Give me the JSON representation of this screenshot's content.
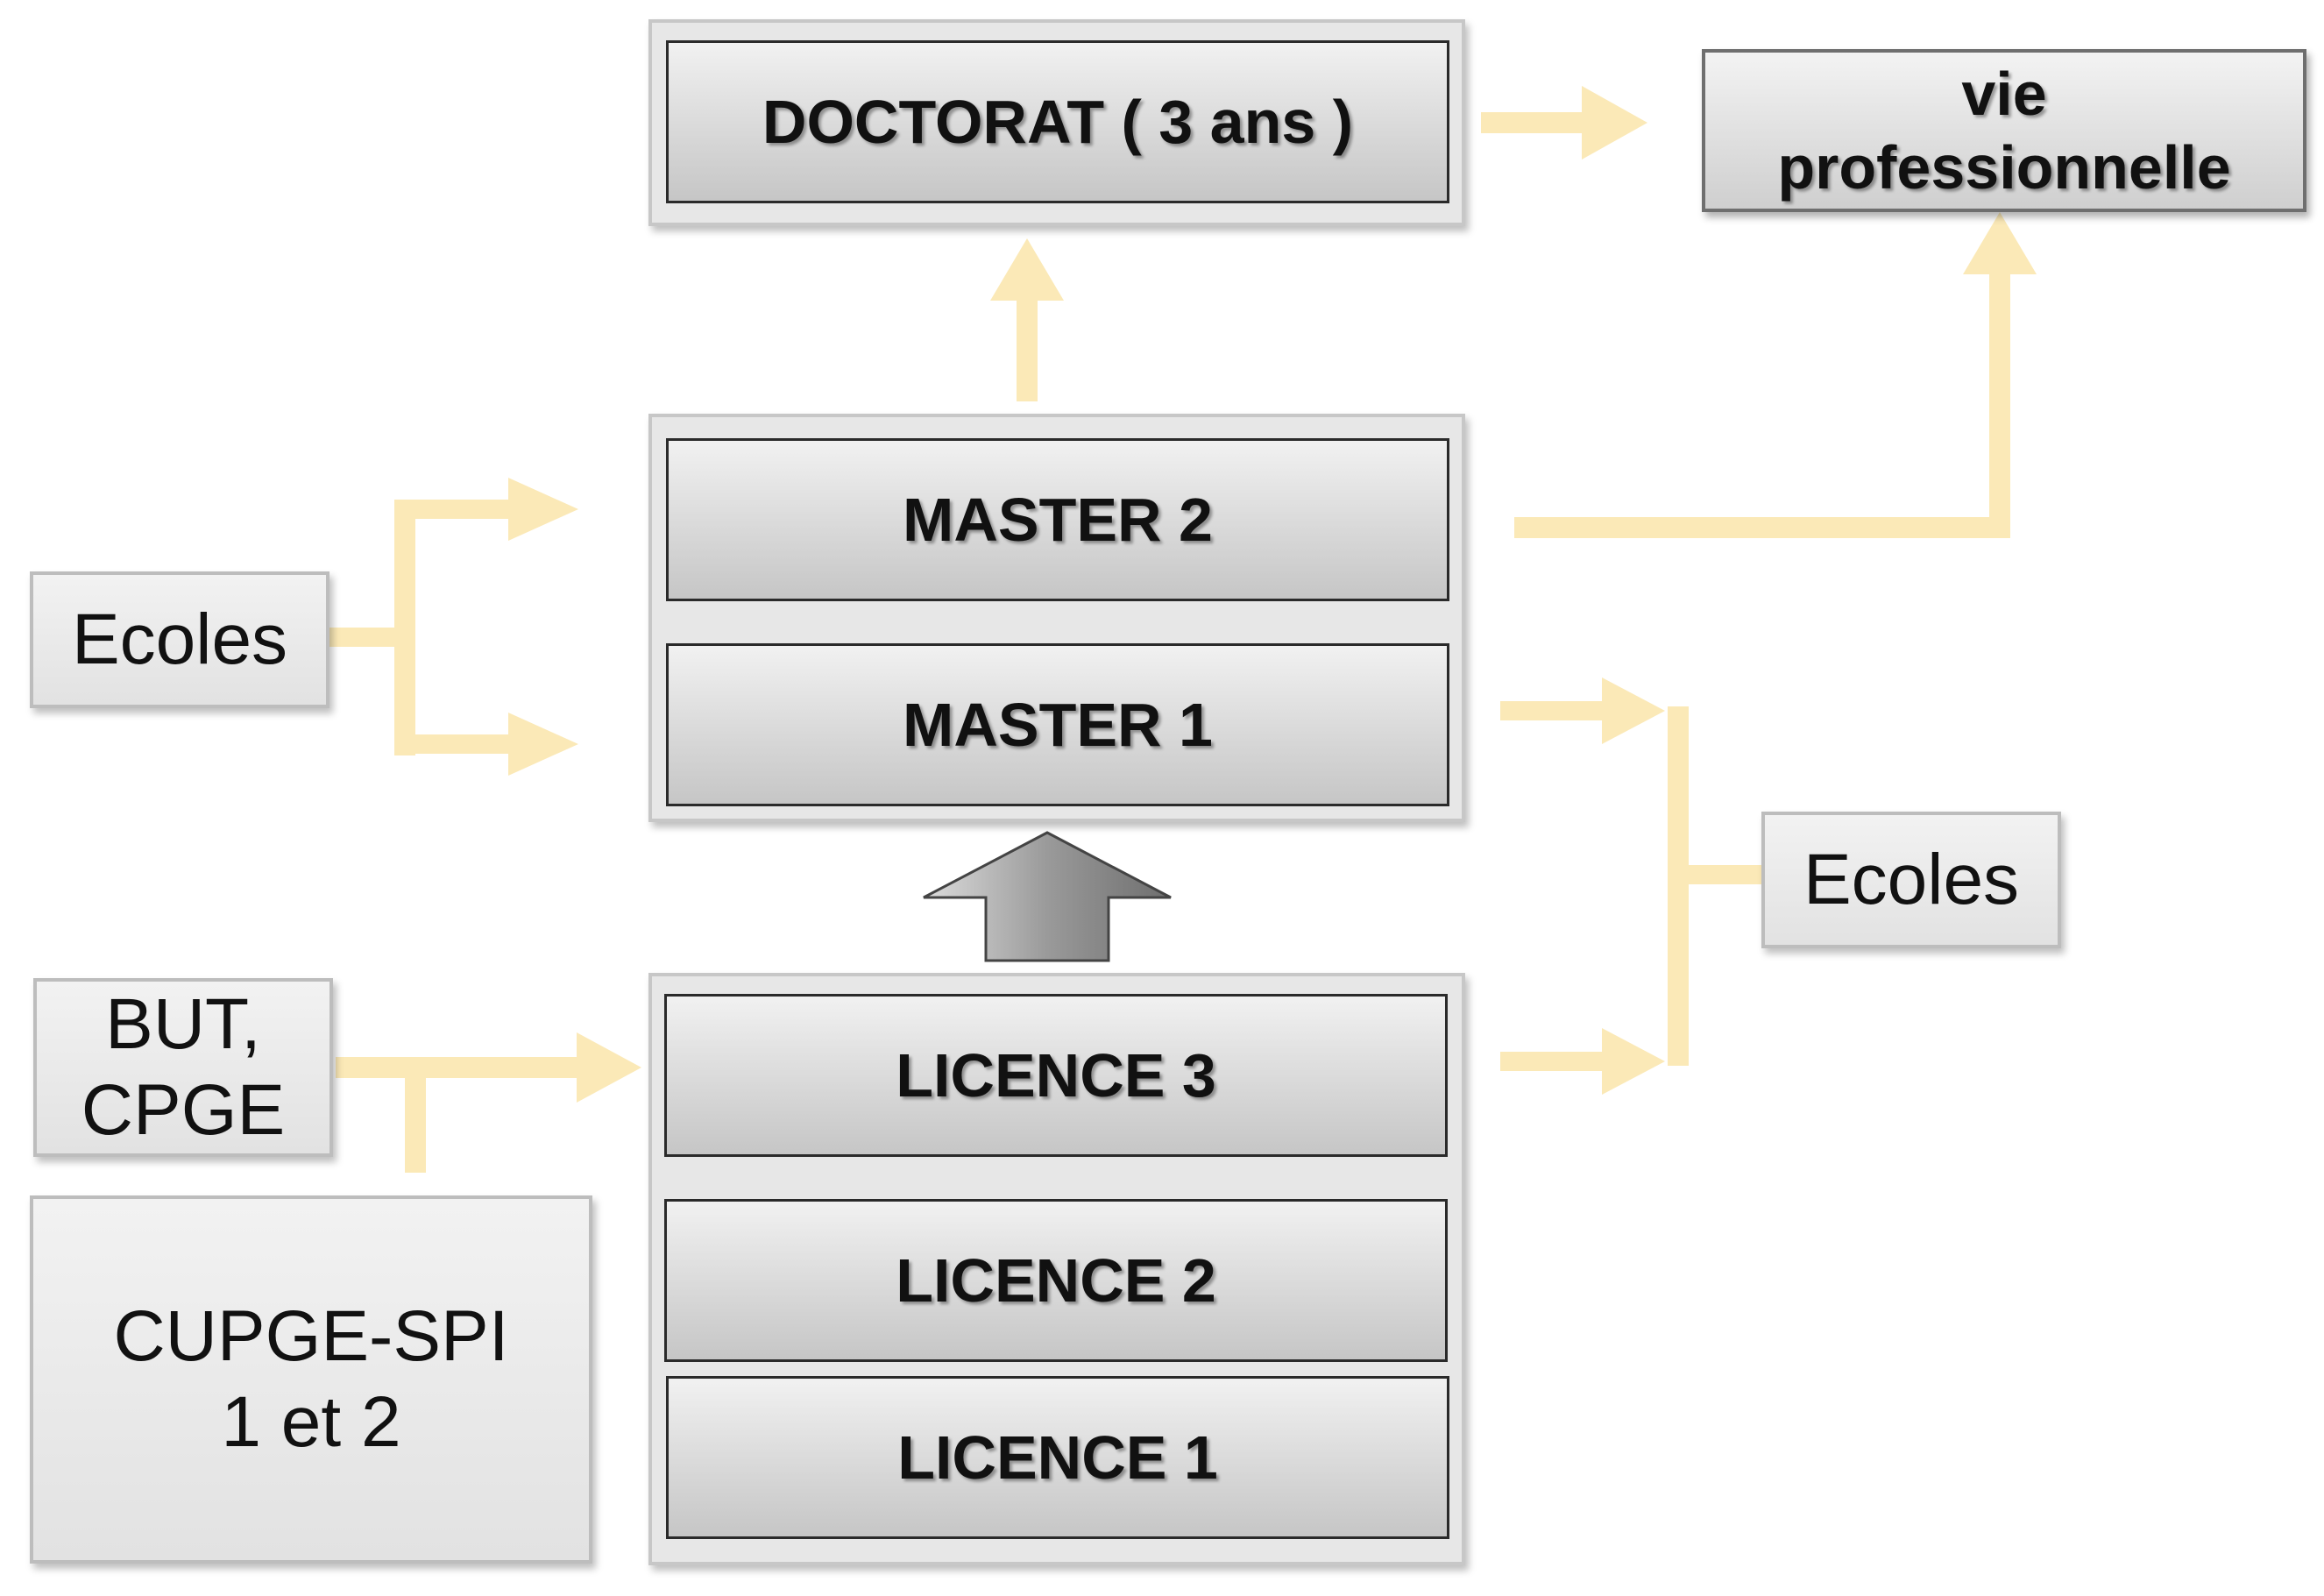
{
  "diagram": {
    "doctorat": "DOCTORAT ( 3 ans )",
    "vie_line1": "vie",
    "vie_line2": "professionnelle",
    "master2": "MASTER 2",
    "master1": "MASTER 1",
    "licence3": "LICENCE 3",
    "licence2": "LICENCE 2",
    "licence1": "LICENCE 1",
    "ecoles_left": "Ecoles",
    "ecoles_right": "Ecoles",
    "but_line1": "BUT,",
    "but_line2": "CPGE",
    "cupge_line1": "CUPGE-SPI",
    "cupge_line2": "1 et 2"
  },
  "colors": {
    "connector": "#fbe9b7",
    "main_arrow": "#8a8a8a"
  }
}
